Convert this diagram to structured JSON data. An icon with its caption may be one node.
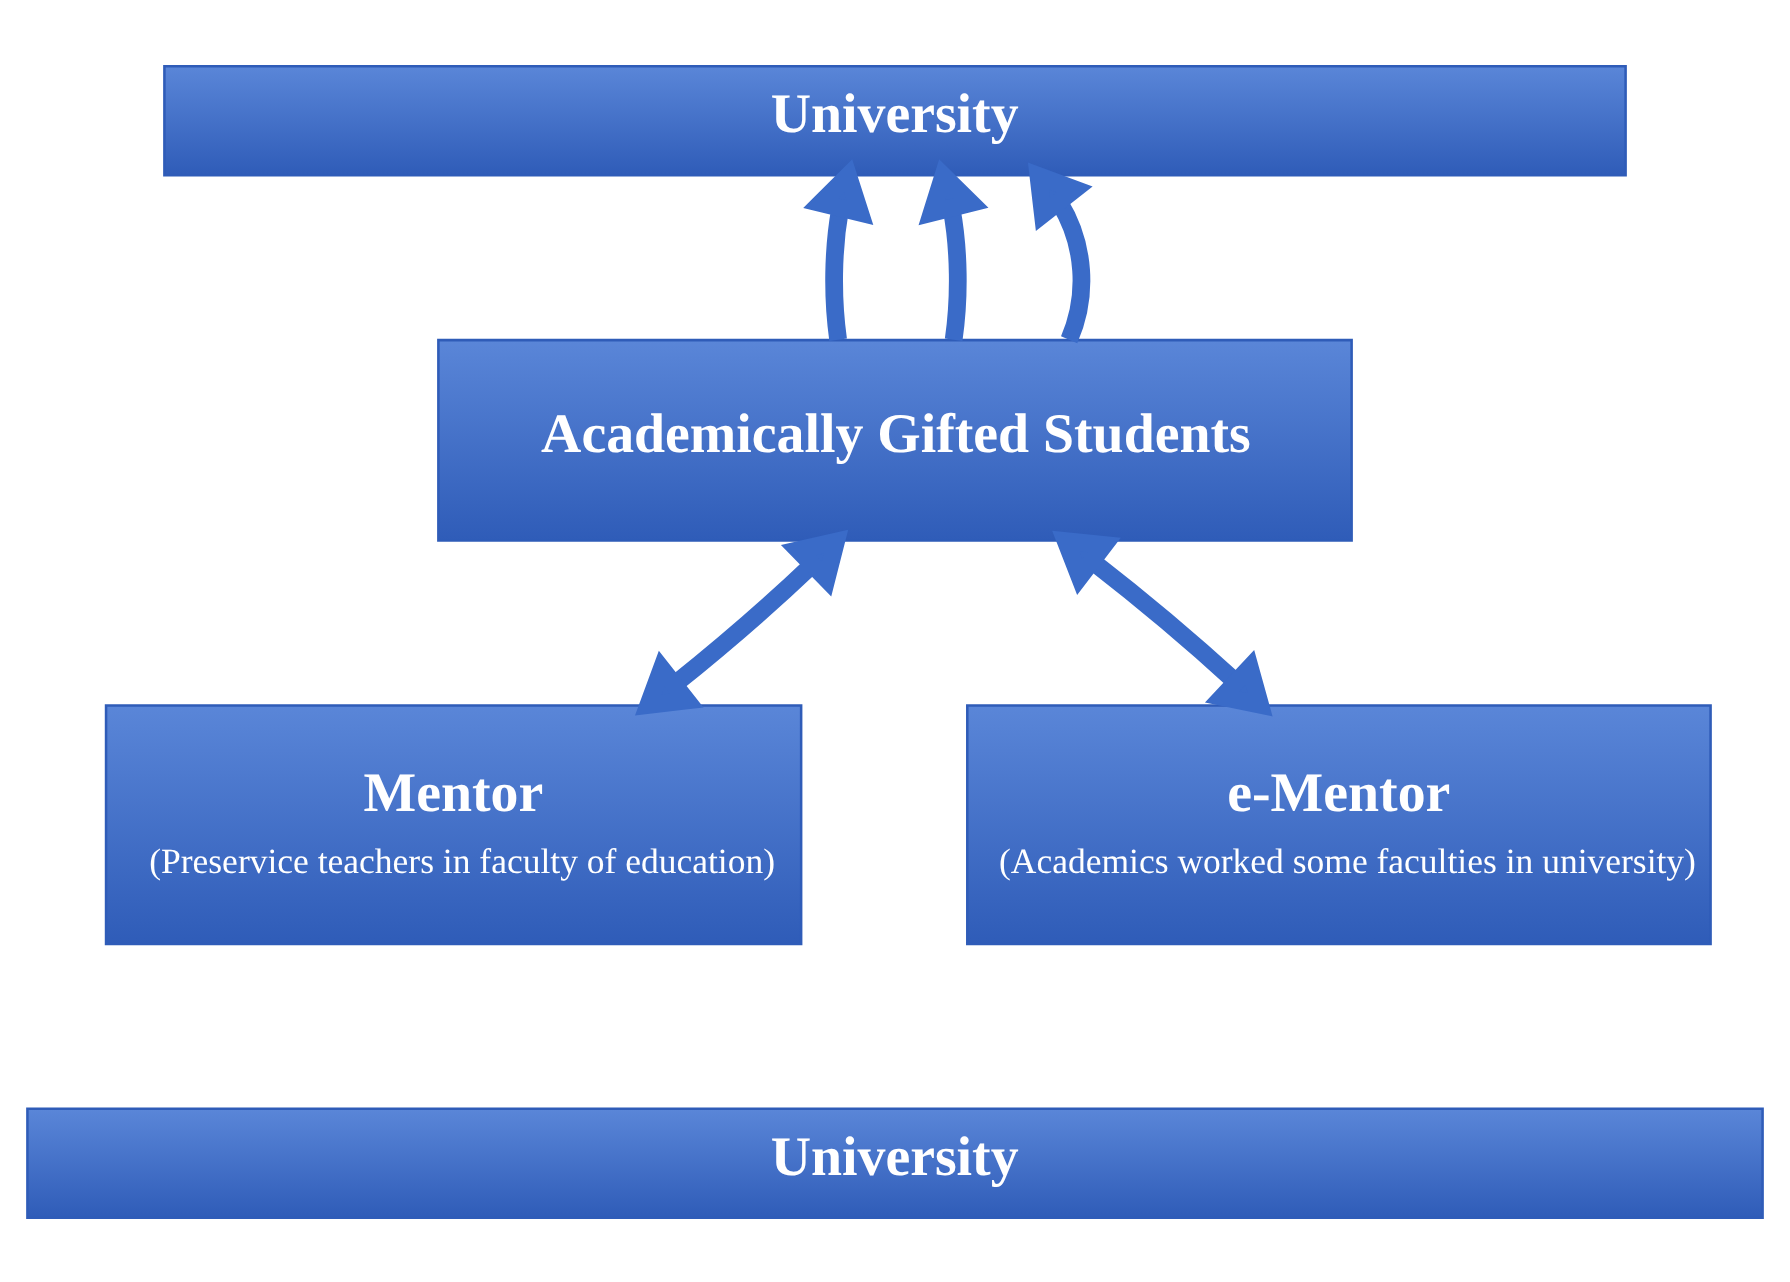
{
  "diagram": {
    "nodes": [
      {
        "text": [
          "University"
        ]
      },
      {
        "text": [
          "Academically Gifted Students"
        ]
      },
      {
        "text": [
          "Mentor",
          "(Preservice teachers in faculty of education)"
        ]
      },
      {
        "text": [
          "e-Mentor",
          "(Academics worked some faculties in university)"
        ]
      },
      {
        "text": [
          "University"
        ]
      }
    ],
    "edges": [
      {
        "from": 1,
        "to": 0,
        "arrow": "to"
      },
      {
        "from": 1,
        "to": 0,
        "arrow": "to"
      },
      {
        "from": 1,
        "to": 0,
        "arrow": "to"
      },
      {
        "from": 1,
        "to": 2,
        "arrow": "both"
      },
      {
        "from": 1,
        "to": 3,
        "arrow": "both"
      }
    ]
  }
}
